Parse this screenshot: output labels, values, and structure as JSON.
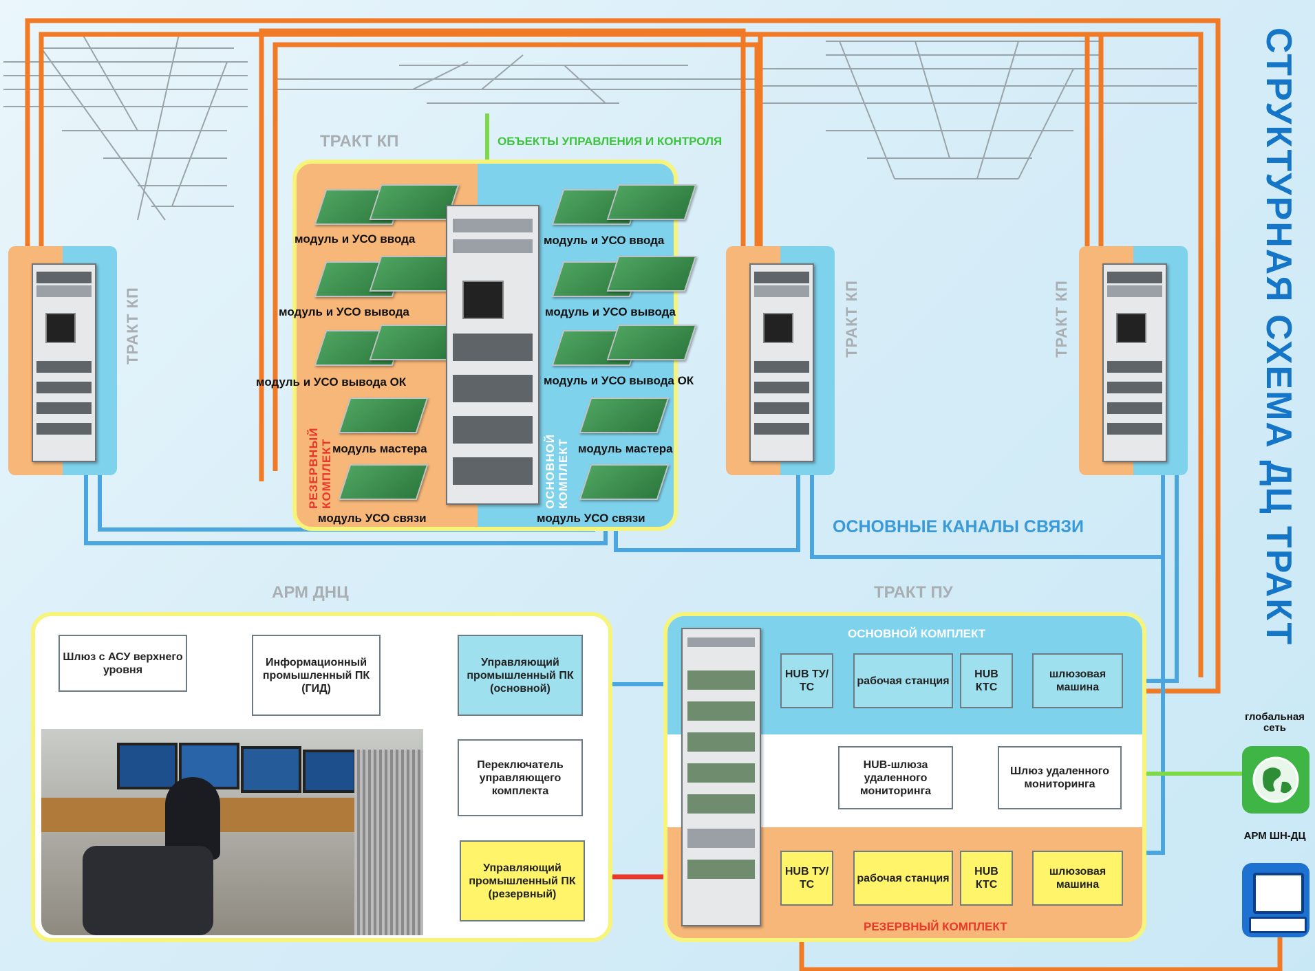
{
  "title": "СТРУКТУРНАЯ СХЕМА ДЦ ТРАКТ",
  "kp_path_label": "ТРАКТ КП",
  "control_objects_label": "ОБЪЕКТЫ УПРАВЛЕНИЯ И КОНТРОЛЯ",
  "modules_left": [
    "модуль и УСО ввода",
    "модуль и УСО вывода",
    "модуль и УСО вывода ОК",
    "модуль мастера",
    "модуль УСО связи"
  ],
  "modules_right": [
    "модуль и УСО ввода",
    "модуль и УСО вывода",
    "модуль и УСО вывода ОК",
    "модуль мастера",
    "модуль УСО связи"
  ],
  "reserve_kit_vertical": "РЕЗЕРВНЫЙ КОМПЛЕКТ",
  "main_kit_vertical": "ОСНОВНОЙ КОМПЛЕКТ",
  "main_channels_label": "ОСНОВНЫЕ КАНАЛЫ СВЯЗИ",
  "arm_dnc_label": "АРМ ДНЦ",
  "pu_path_label": "ТРАКТ ПУ",
  "arm_boxes": {
    "gateway_asu": "Шлюз с АСУ верхнего уровня",
    "info_pc": "Информационный промышленный ПК (ГИД)",
    "control_pc_main": "Управляющий промышленный ПК (основной)",
    "switch": "Переключатель управляющего комплекта",
    "control_pc_reserve": "Управляющий промышленный ПК (резервный)"
  },
  "pu_section": {
    "main_kit": "ОСНОВНОЙ КОМПЛЕКТ",
    "reserve_kit": "РЕЗЕРВНЫЙ КОМПЛЕКТ",
    "hub_tu_tc": "HUB ТУ/ТС",
    "workstation": "рабочая станция",
    "hub_ktc": "HUB КТС",
    "gateway_machine": "шлюзовая машина",
    "hub_remote_gateway": "HUB-шлюза удаленного мониторинга",
    "remote_gateway": "Шлюз удаленного мониторинга"
  },
  "global_net": "глобальная сеть",
  "arm_shn_dc": "АРМ ШН-ДЦ",
  "colors": {
    "orange": "#f07a26",
    "blue": "#4aa6e0",
    "green": "#3ec33e",
    "red": "#e8382a",
    "title_blue": "#1576c8",
    "panel_yellow": "#f6f47a"
  }
}
